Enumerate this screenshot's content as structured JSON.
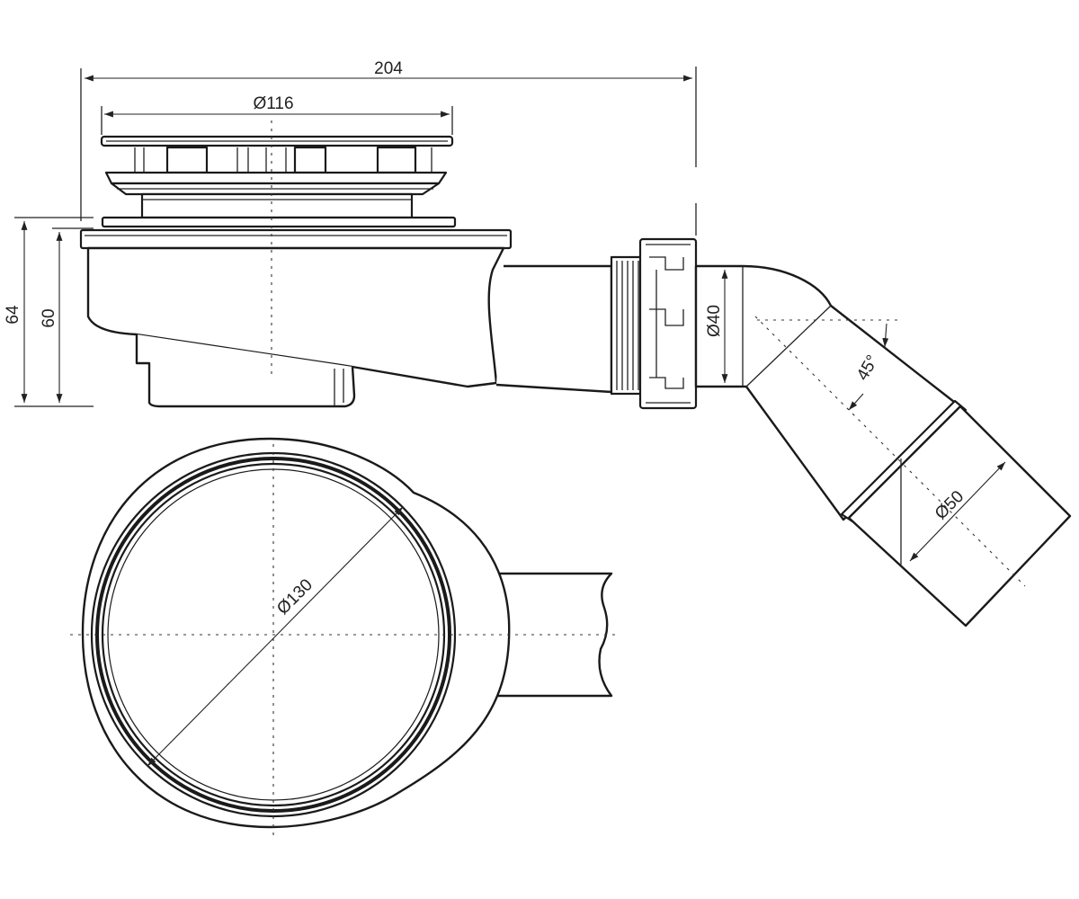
{
  "dimensions": {
    "overall_length": "204",
    "grate_diameter": "Ø116",
    "height_total": "64",
    "height_body": "60",
    "inlet_diameter": "Ø40",
    "outlet_diameter": "Ø50",
    "outlet_angle": "45°",
    "flange_diameter": "Ø130"
  },
  "colors": {
    "line": "#1a1a1a",
    "background": "#ffffff"
  }
}
